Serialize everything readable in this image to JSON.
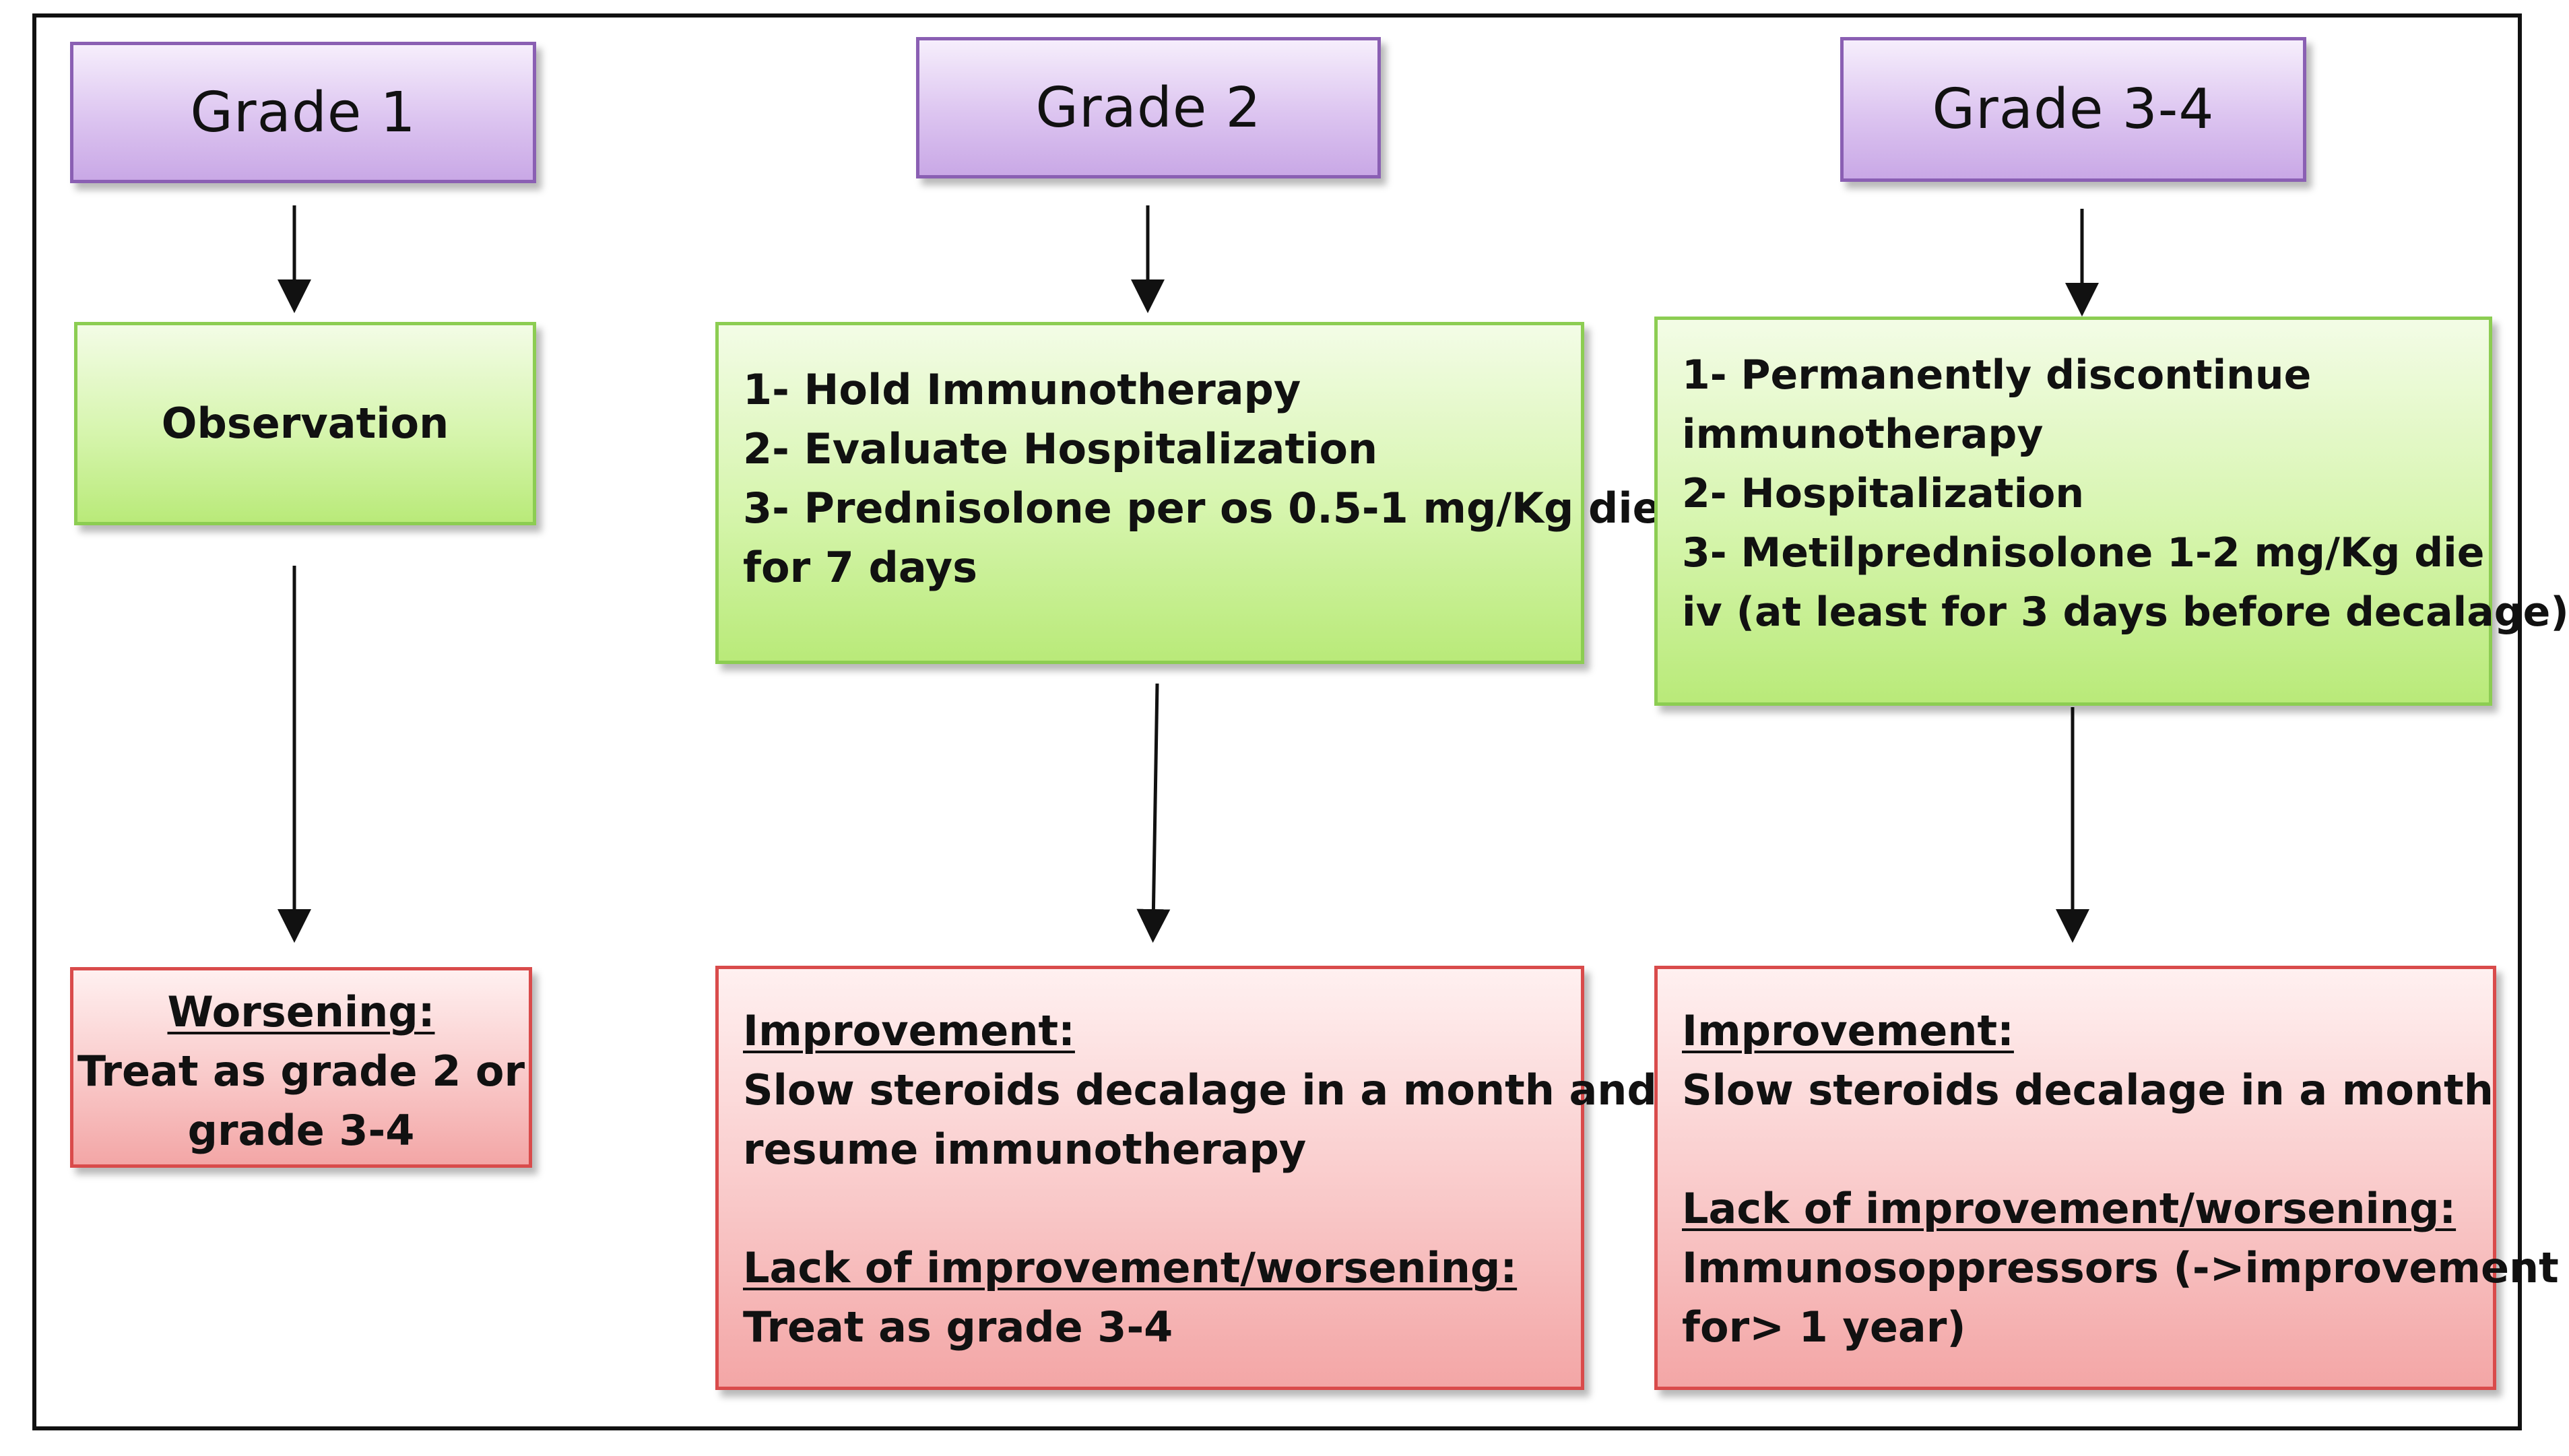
{
  "columns": [
    {
      "grade": "Grade 1",
      "action_lines": [
        "Observation"
      ],
      "outcome": {
        "heading1": "Worsening:",
        "lines1": [
          "Treat as grade 2 or",
          "grade 3-4"
        ]
      }
    },
    {
      "grade": "Grade 2",
      "action_lines": [
        "1- Hold Immunotherapy",
        "2- Evaluate Hospitalization",
        "3- Prednisolone per os 0.5-1 mg/Kg die",
        "for 7 days"
      ],
      "outcome": {
        "heading1": "Improvement:",
        "lines1": [
          "Slow steroids decalage in a month and",
          "resume immunotherapy"
        ],
        "heading2": "Lack of improvement/worsening:",
        "lines2": [
          "Treat as grade 3-4"
        ]
      }
    },
    {
      "grade": "Grade 3-4",
      "action_lines": [
        "1- Permanently discontinue",
        "immunotherapy",
        "2- Hospitalization",
        "3- Metilprednisolone 1-2 mg/Kg die",
        "iv (at least for 3 days before decalage)"
      ],
      "outcome": {
        "heading1": "Improvement:",
        "lines1": [
          "Slow steroids decalage in a month"
        ],
        "heading2": "Lack of improvement/worsening:",
        "lines2": [
          "Immunosoppressors (->improvement",
          "for> 1 year)"
        ]
      }
    }
  ],
  "colors": {
    "grade_fill": "#dcc4f0",
    "grade_border": "#8a5fb3",
    "action_fill": "#d6f5ad",
    "action_border": "#8ccd52",
    "outcome_fill": "#f9c9c9",
    "outcome_border": "#d94b4b"
  }
}
